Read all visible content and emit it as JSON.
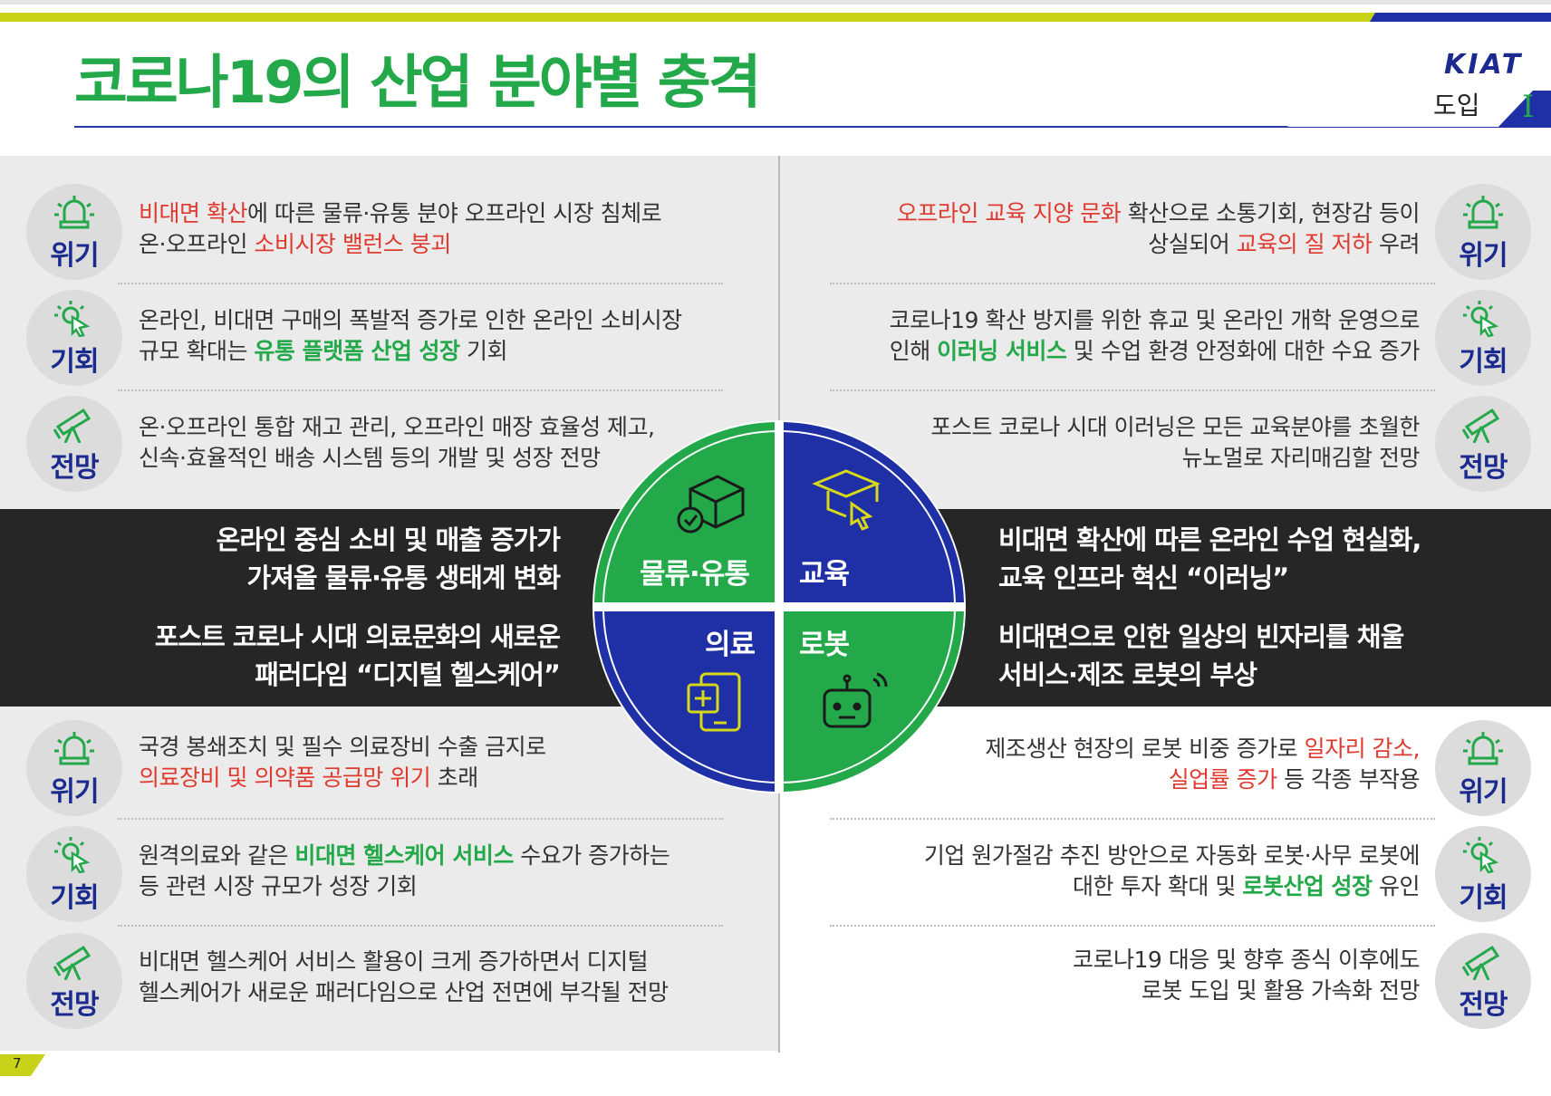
{
  "header": {
    "title": "코로나19의 산업 분야별 충격",
    "logo": "KIAT",
    "section": "도입",
    "roman": "I"
  },
  "colors": {
    "green": "#23a84a",
    "blue": "#1f2fa6",
    "navy": "#1b2a8f",
    "red": "#e03a2f",
    "dark": "#262626"
  },
  "labels": {
    "crisis": "위기",
    "opportunity": "기회",
    "outlook": "전망"
  },
  "icons": {
    "crisis": "siren-icon",
    "opportunity": "click-sparkle-icon",
    "outlook": "telescope-icon"
  },
  "logistics": {
    "crisis": {
      "l1a": "비대면 확산",
      "l1b": "에 따른 물류·유통 분야 오프라인 시장 침체로",
      "l2a": "온·오프라인 ",
      "l2b": "소비시장 밸런스 붕괴"
    },
    "opportunity": {
      "l1": "온라인, 비대면 구매의 폭발적 증가로 인한 온라인 소비시장",
      "l2a": "규모 확대는 ",
      "l2b": "유통 플랫폼 산업 성장",
      "l2c": " 기회"
    },
    "outlook": {
      "l1": "온·오프라인 통합 재고 관리, 오프라인 매장 효율성 제고,",
      "l2": "신속·효율적인 배송 시스템 등의 개발 및 성장 전망"
    },
    "band": {
      "l1": "온라인 중심 소비 및 매출 증가가",
      "l2": "가져올 물류·유통 생태계 변화"
    }
  },
  "education": {
    "crisis": {
      "l1a": "오프라인 교육 지양 문화",
      "l1b": " 확산으로 소통기회, 현장감 등이",
      "l2a": "상실되어 ",
      "l2b": "교육의 질 저하",
      "l2c": " 우려"
    },
    "opportunity": {
      "l1": "코로나19 확산 방지를 위한 휴교 및 온라인 개학 운영으로",
      "l2a": "인해 ",
      "l2b": "이러닝 서비스",
      "l2c": " 및 수업 환경 안정화에 대한 수요 증가"
    },
    "outlook": {
      "l1": "포스트 코로나 시대 이러닝은 모든 교육분야를 초월한",
      "l2": "뉴노멀로 자리매김할 전망"
    },
    "band": {
      "l1": "비대면 확산에 따른 온라인 수업 현실화,",
      "l2": "교육 인프라 혁신 “이러닝”"
    }
  },
  "medical": {
    "crisis": {
      "l1": "국경 봉쇄조치 및 필수 의료장비 수출 금지로",
      "l2a": "의료장비 및 의약품 공급망 위기",
      "l2b": " 초래"
    },
    "opportunity": {
      "l1a": "원격의료와 같은 ",
      "l1b": "비대면 헬스케어 서비스",
      "l1c": " 수요가 증가하는",
      "l2": "등 관련 시장 규모가 성장 기회"
    },
    "outlook": {
      "l1": "비대면 헬스케어 서비스 활용이 크게 증가하면서 디지털",
      "l2": "헬스케어가 새로운 패러다임으로 산업 전면에 부각될 전망"
    },
    "band": {
      "l1": "포스트 코로나 시대 의료문화의 새로운",
      "l2": "패러다임 “디지털 헬스케어”"
    }
  },
  "robot": {
    "crisis": {
      "l1a": "제조생산 현장의 로봇 비중 증가로  ",
      "l1b": "일자리 감소,",
      "l2a": "실업률 증가",
      "l2b": " 등 각종 부작용"
    },
    "opportunity": {
      "l1": "기업 원가절감 추진 방안으로 자동화 로봇·사무 로봇에",
      "l2a": "대한 투자 확대 및 ",
      "l2b": "로봇산업 성장",
      "l2c": " 유인"
    },
    "outlook": {
      "l1": "코로나19 대응 및 향후 종식 이후에도",
      "l2": "로봇 도입 및 활용 가속화 전망"
    },
    "band": {
      "l1": "비대면으로 인한 일상의 빈자리를 채울",
      "l2": "서비스·제조 로봇의 부상"
    }
  },
  "circle": {
    "q1": "물류·유통",
    "q2": "교육",
    "q3": "의료",
    "q4": "로봇"
  },
  "footer": {
    "page": "7"
  }
}
